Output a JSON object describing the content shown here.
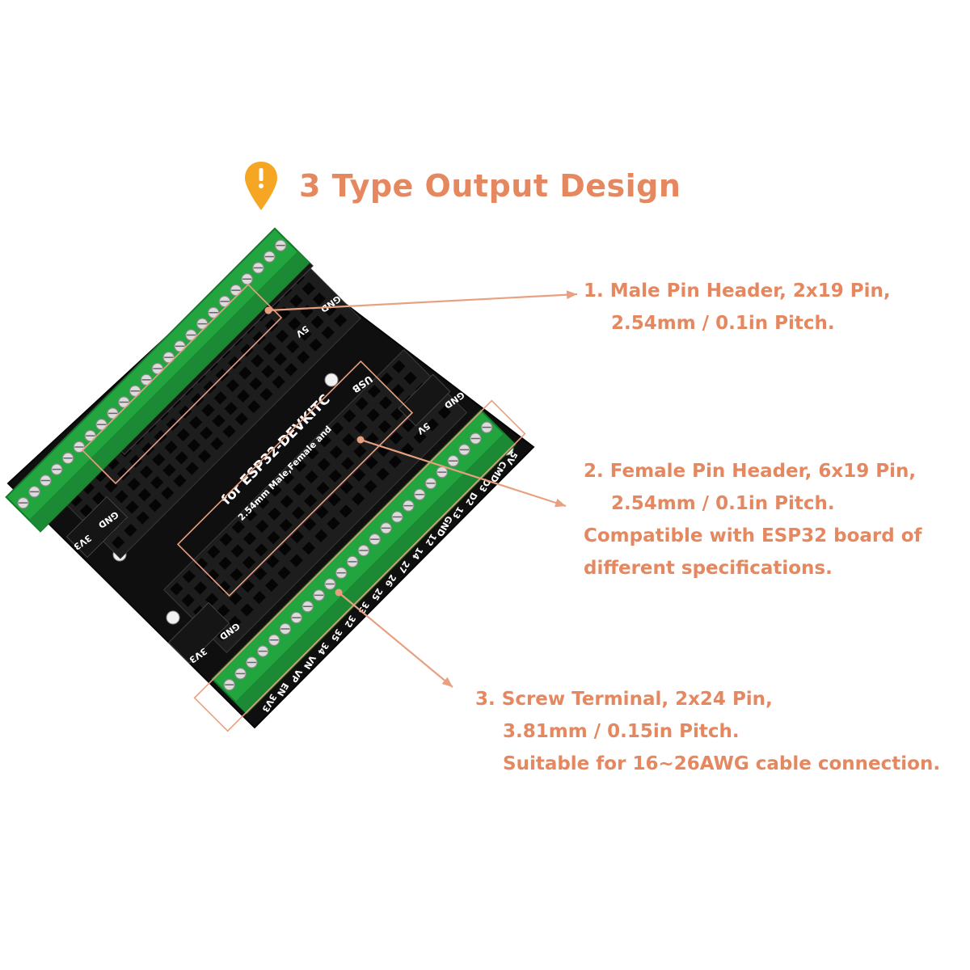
{
  "colors": {
    "accent_text": "#e5875f",
    "accent_line": "#e8a180",
    "pin_icon": "#f5a623",
    "pcb": "#0f0f0f",
    "terminal_green": "#22a43e",
    "header_black": "#1d1d1d"
  },
  "heading": {
    "icon": "location-pin-icon",
    "title": "3 Type Output Design"
  },
  "callouts": [
    {
      "lines": [
        "1. Male Pin Header, 2x19 Pin,",
        "2.54mm / 0.1in Pitch."
      ]
    },
    {
      "lines": [
        "2. Female Pin Header, 6x19 Pin,",
        "2.54mm / 0.1in Pitch.",
        "Compatible with ESP32 board of",
        "different specifications."
      ]
    },
    {
      "lines": [
        "3. Screw Terminal, 2x24 Pin,",
        "3.81mm / 0.15in Pitch.",
        "Suitable for 16~26AWG cable connection."
      ]
    }
  ],
  "board": {
    "silkscreen": {
      "title": "for ESP32-DEVKITC",
      "subtitle": "2.54mm Male,Female and",
      "usb": "USB",
      "gnd_top": "GND",
      "gnd_right": "GND",
      "gnd_left": "GND",
      "gnd_bottom": "GND",
      "five_v_top": "5V",
      "five_v_mid": "5V",
      "three_v3_left": "3V3",
      "three_v3_bottom": "3V3",
      "right_labels": [
        "5V",
        "CMD",
        "D3",
        "D2",
        "13",
        "GND",
        "12",
        "14",
        "27",
        "26",
        "25",
        "33",
        "32",
        "35",
        "34",
        "VN",
        "VP",
        "EN",
        "3V3"
      ]
    }
  }
}
